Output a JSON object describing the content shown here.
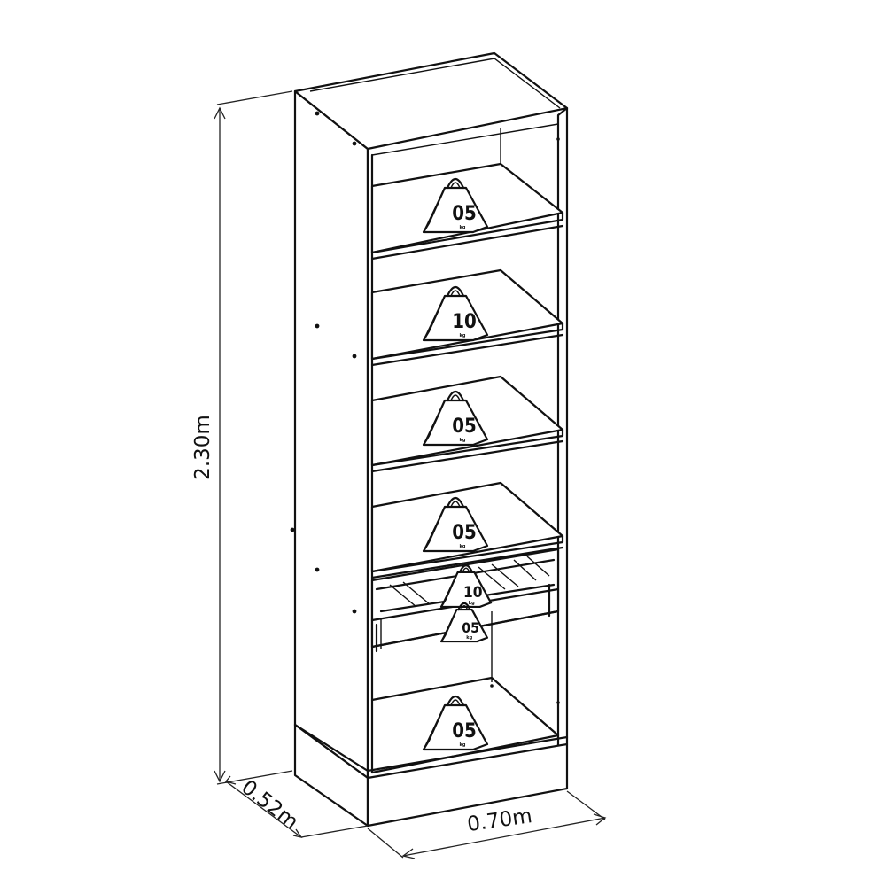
{
  "dimensions": {
    "height": "2.30m",
    "depth": "0.52m",
    "width": "0.70m"
  },
  "shelf_weights": [
    {
      "value": "05",
      "unit": "kg"
    },
    {
      "value": "10",
      "unit": "kg"
    },
    {
      "value": "05",
      "unit": "kg"
    },
    {
      "value": "05",
      "unit": "kg"
    },
    {
      "value": "10",
      "unit": "kg"
    },
    {
      "value": "05",
      "unit": "kg"
    },
    {
      "value": "05",
      "unit": "kg"
    }
  ],
  "colors": {
    "line": "#111111",
    "background": "#ffffff"
  }
}
